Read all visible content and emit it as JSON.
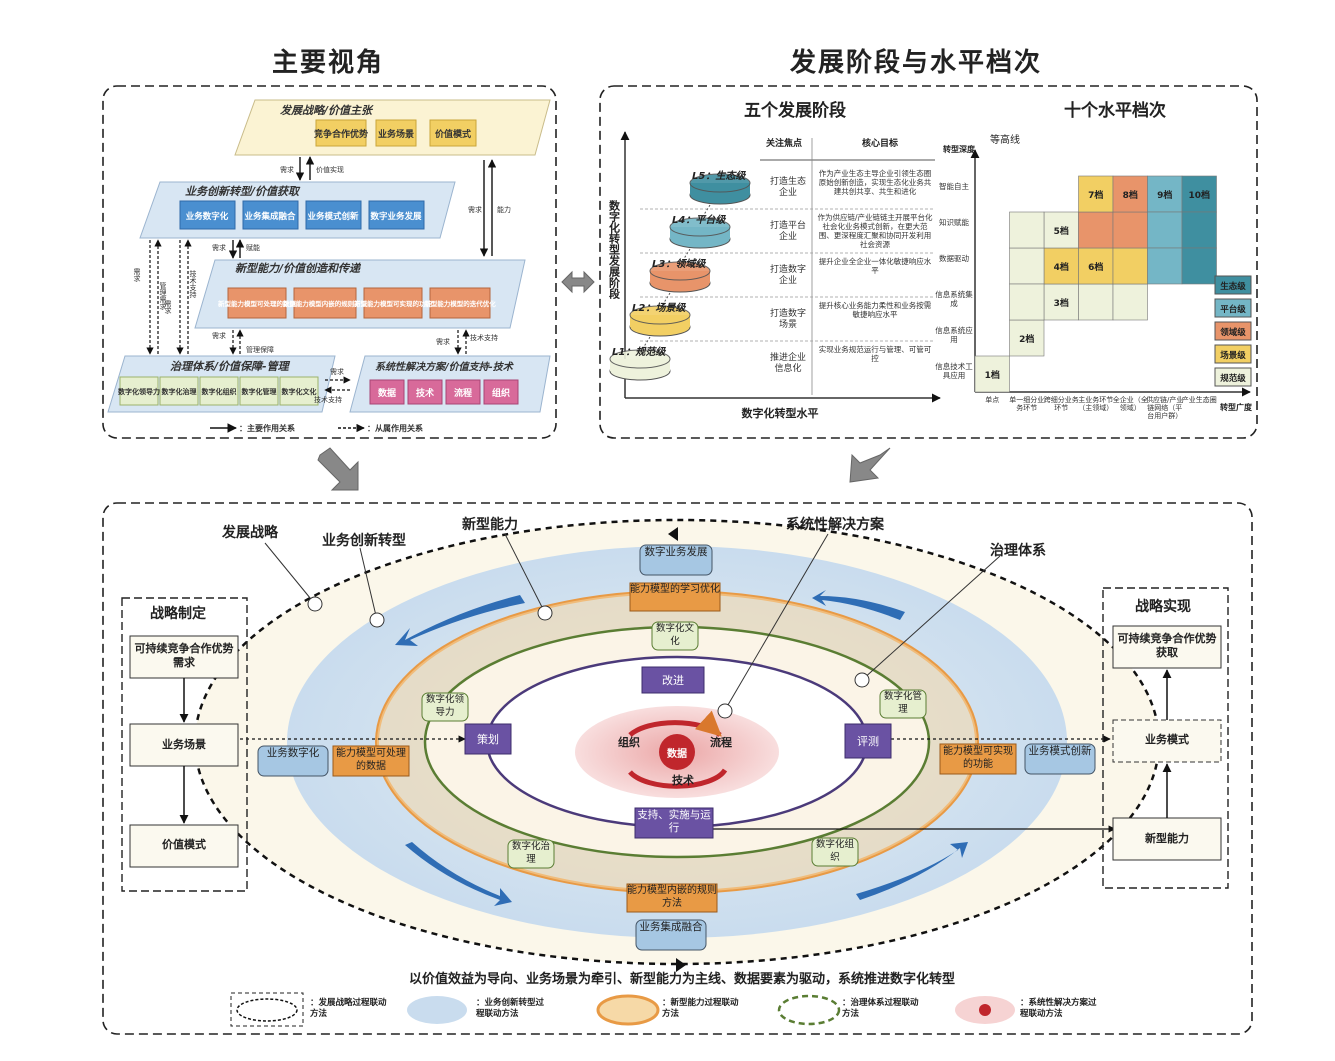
{
  "titles": {
    "main_perspective": "主要视角",
    "stages_levels": "发展阶段与水平档次",
    "five_stages": "五个发展阶段",
    "ten_levels": "十个水平档次"
  },
  "perspective": {
    "strategy": {
      "title": "发展战略/价值主张",
      "items": [
        "竞争合作优势",
        "业务场景",
        "价值模式"
      ]
    },
    "business": {
      "title": "业务创新转型/价值获取",
      "items": [
        "业务数字化",
        "业务集成融合",
        "业务模式创新",
        "数字业务发展"
      ]
    },
    "capability": {
      "title": "新型能力/价值创造和传递",
      "items": [
        "新型能力模型可处理的数据",
        "新型能力模型内嵌的规则方法",
        "新型能力模型可实现的功能",
        "新型能力模型的迭代优化"
      ]
    },
    "governance": {
      "title": "治理体系/价值保障-管理",
      "items": [
        "数字化领导力",
        "数字化治理",
        "数字化组织",
        "数字化管理",
        "数字化文化"
      ]
    },
    "solution": {
      "title": "系统性解决方案/价值支持-技术",
      "items": [
        "数据",
        "技术",
        "流程",
        "组织"
      ]
    },
    "arrow_labels": {
      "demand": "需求",
      "value_realize": "价值实现",
      "capability": "能力",
      "empower": "赋能",
      "mgmt_demand": "管理需求",
      "tech_support": "技术支持",
      "mgmt_support": "管理保障",
      "tech_support2": "技术支持"
    },
    "legend": {
      "main": "：主要作用关系",
      "sub": "：从属作用关系"
    }
  },
  "stages": {
    "y_axis": "数字化转型发展阶段",
    "x_axis": "数字化转型水平",
    "col_focus": "关注焦点",
    "col_goal": "核心目标",
    "rows": [
      {
        "level": "L5：生态级",
        "focus": "打造生态企业",
        "goal": "作为产业生态主导企业引领生态圈原始创新创造，实现生态化业务共建共创共享、共生和进化"
      },
      {
        "level": "L4：平台级",
        "focus": "打造平台企业",
        "goal": "作为供应链/产业链链主开展平台化社会化业务模式创新，在更大范围、更深程度汇聚和协同开发利用社会资源"
      },
      {
        "level": "L3：领域级",
        "focus": "打造数字企业",
        "goal": "提升企业全企业一体化敏捷响应水平"
      },
      {
        "level": "L2：场景级",
        "focus": "打造数字场景",
        "goal": "提升核心业务能力柔性和业务按需敏捷响应水平"
      },
      {
        "level": "L1：规范级",
        "focus": "推进企业信息化",
        "goal": "实现业务规范运行与管理、可管可控"
      }
    ]
  },
  "levels": {
    "contour": "等高线",
    "y_axis_title": "转型深度",
    "x_axis_title": "转型广度",
    "y_labels": [
      "智能自主",
      "知识赋能",
      "数据驱动",
      "信息系统集成",
      "信息系统应用",
      "信息技术工具应用"
    ],
    "x_labels": [
      "单点",
      "单一细分业务环节",
      "跨细分业务环节",
      "主业务环节（主领域）",
      "全企业（全领域）",
      "供应链/产业链网络（平台用户群）",
      "产业生态圈"
    ],
    "grades": [
      "1档",
      "2档",
      "3档",
      "4档",
      "5档",
      "6档",
      "7档",
      "8档",
      "9档",
      "10档"
    ],
    "legend": [
      "生态级",
      "平台级",
      "领域级",
      "场景级",
      "规范级"
    ],
    "colors": {
      "eco": "#3f8fa0",
      "platform": "#74b6c6",
      "domain": "#e8946a",
      "scene": "#f2cf63",
      "norm": "#eef2dc"
    }
  },
  "main": {
    "callouts": {
      "strategy": "发展战略",
      "business": "业务创新转型",
      "capability": "新型能力",
      "solution": "系统性解决方案",
      "governance": "治理体系"
    },
    "left_panel": {
      "title": "战略制定",
      "boxes": [
        "可持续竞争合作优势需求",
        "业务场景",
        "价值模式"
      ]
    },
    "right_panel": {
      "title": "战略实现",
      "boxes": [
        "可持续竞争合作优势获取",
        "业务模式",
        "新型能力"
      ]
    },
    "business_labels": {
      "top": "数字业务发展",
      "left": "业务数字化",
      "right": "业务模式创新",
      "bottom": "业务集成融合"
    },
    "capability_labels": {
      "top": "能力模型的学习优化",
      "left": "能力模型可处理的数据",
      "right": "能力模型可实现的功能",
      "bottom": "能力模型内嵌的规则方法"
    },
    "governance_labels": {
      "top": "数字化文化",
      "left": "数字化领导力",
      "right": "数字化管理",
      "bottom_left": "数字化治理",
      "bottom_right": "数字化组织"
    },
    "pdca": {
      "top": "改进",
      "left": "策划",
      "right": "评测",
      "bottom": "支持、实施与运行"
    },
    "core": {
      "center": "数据",
      "left": "组织",
      "right": "流程",
      "bottom": "技术"
    },
    "caption": "以价值效益为导向、业务场景为牵引、新型能力为主线、数据要素为驱动，系统推进数字化转型",
    "legend": [
      "：发展战略过程联动方法",
      "：业务创新转型过程联动方法",
      "：新型能力过程联动方法",
      "：治理体系过程联动方法",
      "：系统性解决方案过程联动方法"
    ]
  }
}
